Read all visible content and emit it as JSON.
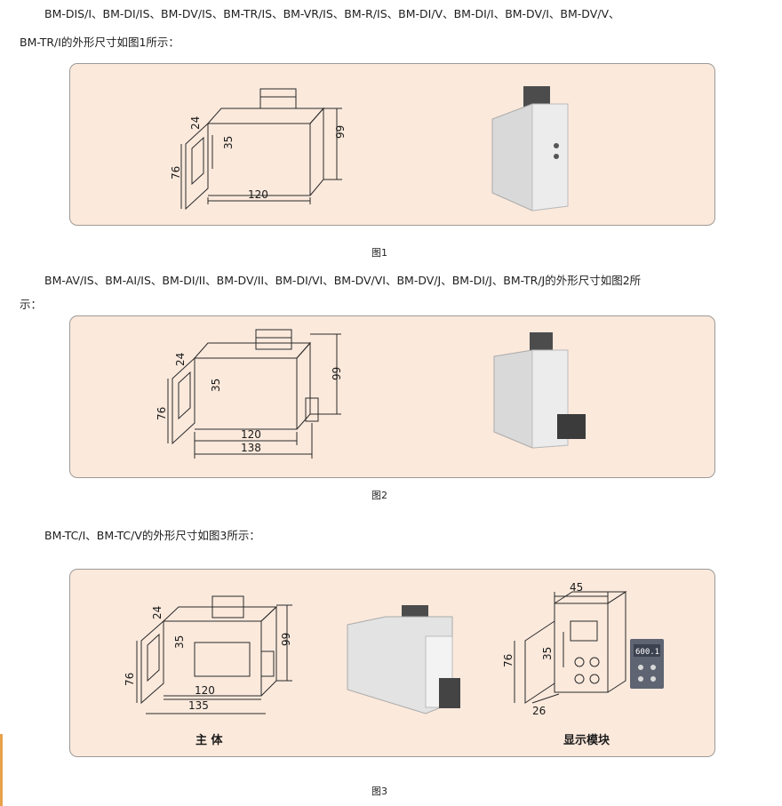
{
  "paragraphs": {
    "p1_line1": "BM-DIS/I、BM-DI/IS、BM-DV/IS、BM-TR/IS、BM-VR/IS、BM-R/IS、BM-DI/V、BM-DI/I、BM-DV/I、BM-DV/V、",
    "p1_line2": "BM-TR/I的外形尺寸如图1所示：",
    "p2_line1": "BM-AV/IS、BM-AI/IS、BM-DI/II、BM-DV/II、BM-DI/VI、BM-DV/VI、BM-DV/J、BM-DI/J、BM-TR/J的外形尺寸如图2所",
    "p2_line2": "示：",
    "p3_line1": "BM-TC/I、BM-TC/V的外形尺寸如图3所示："
  },
  "figures": {
    "fig1": {
      "caption": "图1",
      "dims": {
        "d24": "24",
        "d35": "35",
        "d76": "76",
        "d99": "99",
        "d120": "120"
      }
    },
    "fig2": {
      "caption": "图2",
      "dims": {
        "d24": "24",
        "d35": "35",
        "d76": "76",
        "d99": "99",
        "d120": "120",
        "d138": "138"
      }
    },
    "fig3": {
      "caption": "图3",
      "label_main": "主 体",
      "label_display": "显示模块",
      "dims": {
        "d24": "24",
        "d35": "35",
        "d76": "76",
        "d99": "99",
        "d120": "120",
        "d135": "135",
        "d45": "45",
        "d76b": "76",
        "d35b": "35",
        "d26": "26"
      },
      "display_reading": "600.1"
    }
  },
  "colors": {
    "panel_bg": "#fbe9dc",
    "panel_border": "#9e9a97",
    "accent_bar": "#e8a24a"
  }
}
